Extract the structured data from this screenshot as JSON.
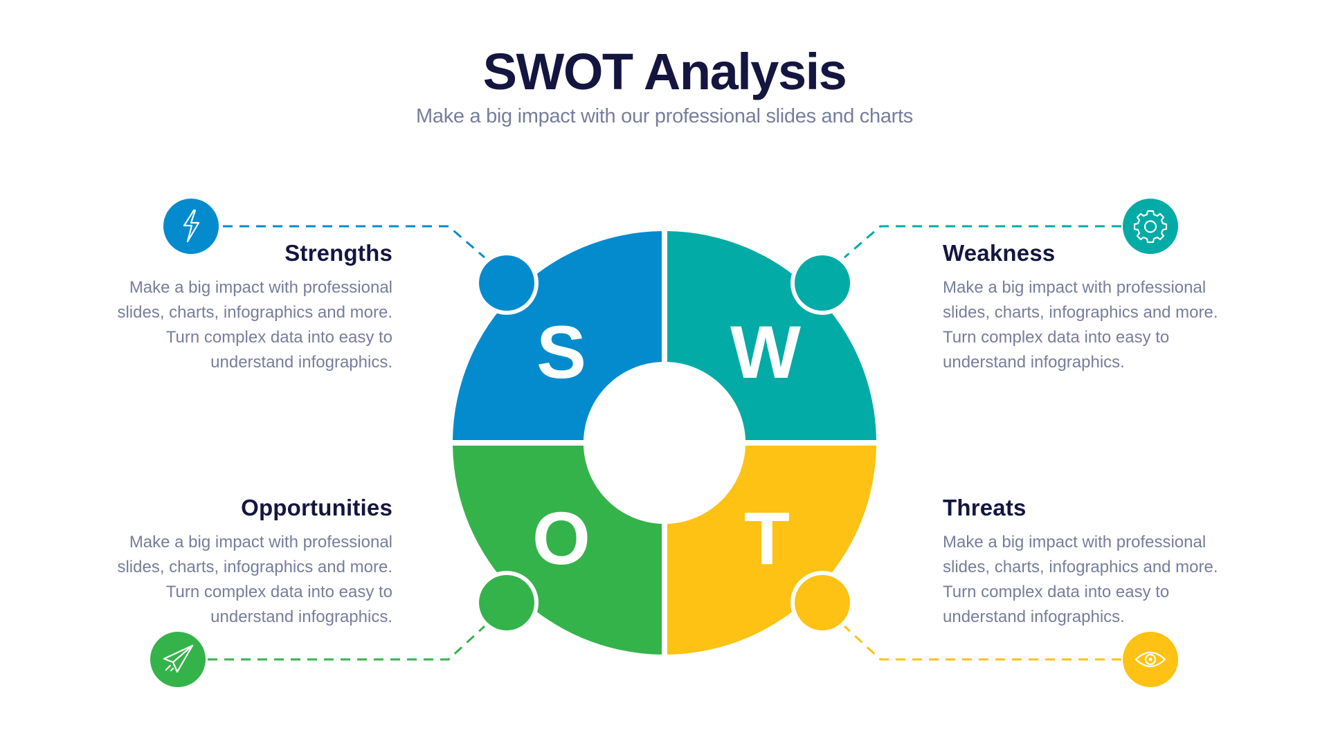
{
  "header": {
    "title": "SWOT Analysis",
    "subtitle": "Make a big impact with our professional slides and charts"
  },
  "colors": {
    "strengths": "#038bce",
    "weakness": "#02aba5",
    "opportunities": "#35b34b",
    "threats": "#fdc213",
    "heading": "#141640",
    "body_text": "#767d9c"
  },
  "quadrants": [
    {
      "key": "strengths",
      "letter": "S",
      "heading": "Strengths",
      "icon": "lightning-bolt-icon",
      "body": [
        "Make a big impact with professional",
        "slides, charts, infographics and more.",
        "Turn complex data into easy to",
        "understand infographics."
      ]
    },
    {
      "key": "weakness",
      "letter": "W",
      "heading": "Weakness",
      "icon": "gear-icon",
      "body": [
        "Make a big impact with professional",
        "slides, charts, infographics and more.",
        "Turn complex data into easy to",
        "understand infographics."
      ]
    },
    {
      "key": "opportunities",
      "letter": "O",
      "heading": "Opportunities",
      "icon": "paper-plane-icon",
      "body": [
        "Make a big impact with professional",
        "slides, charts, infographics and more.",
        "Turn complex data into easy to",
        "understand infographics."
      ]
    },
    {
      "key": "threats",
      "letter": "T",
      "heading": "Threats",
      "icon": "eye-icon",
      "body": [
        "Make a big impact with professional",
        "slides, charts, infographics and more.",
        "Turn complex data into easy to",
        "understand infographics."
      ]
    }
  ]
}
